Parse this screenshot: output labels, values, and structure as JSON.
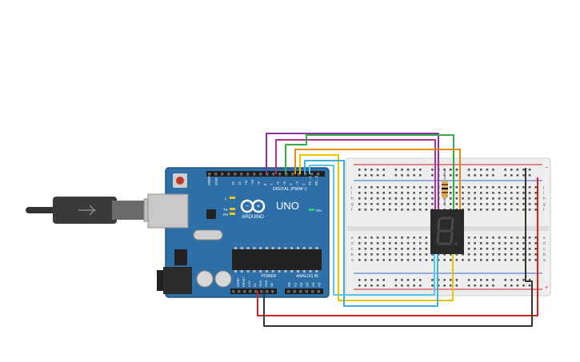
{
  "board": {
    "logo_text": "ARDUINO",
    "model": "UNO",
    "digital_header": "DIGITAL (PWM~)",
    "power_label": "POWER",
    "analog_label": "ANALOG IN",
    "on_label": "ON",
    "tx_label": "TX",
    "rx_label": "RX",
    "l_label": "L",
    "aref_label": "AREF",
    "gnd_label": "GND",
    "digital_pins": [
      "13",
      "12",
      "~11",
      "~10",
      "~9",
      "8",
      "7",
      "~6",
      "~5",
      "4",
      "~3",
      "2",
      "TX→1",
      "RX←0"
    ],
    "power_pins": [
      "IOREF",
      "RESET",
      "3.3V",
      "5V",
      "GND",
      "GND",
      "Vin"
    ],
    "analog_pins": [
      "A0",
      "A1",
      "A2",
      "A3",
      "A4",
      "A5"
    ]
  },
  "breadboard": {
    "row_letters_top": [
      "j",
      "i",
      "h",
      "g",
      "f"
    ],
    "row_letters_bottom": [
      "e",
      "d",
      "c",
      "b",
      "a"
    ],
    "rail_plus": "+",
    "rail_minus": "−"
  },
  "display": {
    "digit_glyph": "8."
  },
  "colors": {
    "board": "#2f6fa8",
    "board_dark": "#245a8a",
    "breadboard": "#eeeeee",
    "wire_red": "#d62020",
    "wire_black": "#333333",
    "wire_purple": "#8b30a0",
    "wire_magenta": "#b0308c",
    "wire_green": "#3aa844",
    "wire_orange": "#e08a10",
    "wire_yellow": "#e6c200",
    "wire_lightblue": "#3fb0d8",
    "wire_cyan": "#57c6e8",
    "display_body": "#2a2a2a"
  }
}
